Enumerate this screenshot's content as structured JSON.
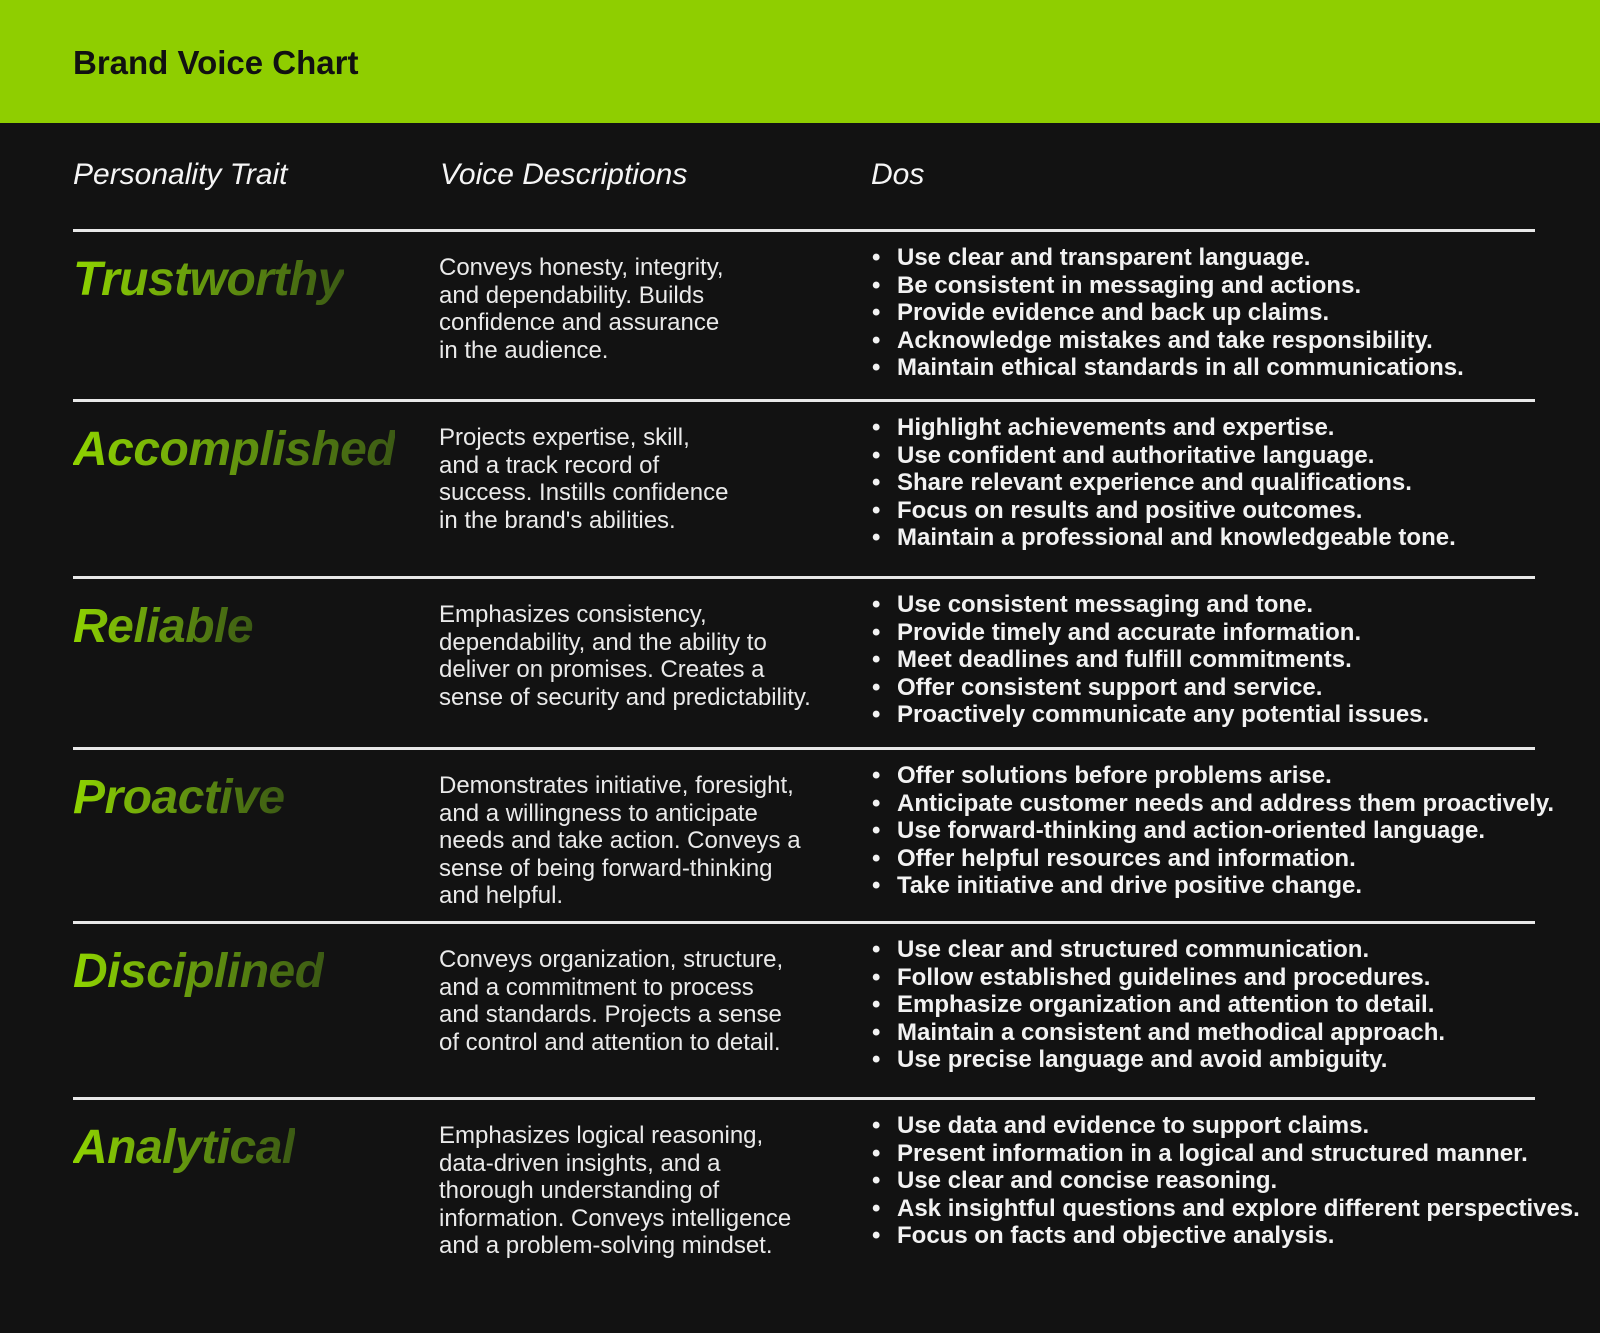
{
  "title": "Brand Voice Chart",
  "headers": {
    "trait": "Personality Trait",
    "voice": "Voice Descriptions",
    "dos": "Dos"
  },
  "rows": [
    {
      "trait": "Trustworthy",
      "desc": "Conveys honesty, integrity,\nand dependability. Builds\nconfidence and assurance\nin the audience.",
      "dos": [
        "Use clear and transparent language.",
        "Be consistent in messaging and actions.",
        "Provide evidence and back up claims.",
        "Acknowledge mistakes and take responsibility.",
        "Maintain ethical standards in all communications."
      ]
    },
    {
      "trait": "Accomplished",
      "desc": "Projects expertise, skill,\nand a track record of\nsuccess. Instills confidence\nin the brand's abilities.",
      "dos": [
        "Highlight achievements and expertise.",
        "Use confident and authoritative language.",
        "Share relevant experience and qualifications.",
        "Focus on results and positive outcomes.",
        "Maintain a professional and knowledgeable tone."
      ]
    },
    {
      "trait": "Reliable",
      "desc": "Emphasizes consistency,\ndependability, and the ability to\ndeliver on promises. Creates a\nsense of security and predictability.",
      "dos": [
        "Use consistent messaging and tone.",
        "Provide timely and accurate information.",
        "Meet deadlines and fulfill commitments.",
        "Offer consistent support and service.",
        "Proactively communicate any potential issues."
      ]
    },
    {
      "trait": "Proactive",
      "desc": "Demonstrates initiative, foresight,\nand a willingness to anticipate\nneeds and take action. Conveys a\nsense of being forward-thinking\nand helpful.",
      "dos": [
        "Offer solutions before problems arise.",
        "Anticipate customer needs and address them proactively.",
        "Use forward-thinking and action-oriented language.",
        "Offer helpful resources and information.",
        "Take initiative and drive positive change."
      ]
    },
    {
      "trait": "Disciplined",
      "desc": "Conveys organization, structure,\nand a commitment to process\nand standards. Projects a sense\nof control and attention to detail.",
      "dos": [
        "Use clear and structured communication.",
        "Follow established guidelines and procedures.",
        "Emphasize organization and attention to detail.",
        "Maintain a consistent and methodical approach.",
        "Use precise language and avoid ambiguity."
      ]
    },
    {
      "trait": "Analytical",
      "desc": "Emphasizes logical reasoning,\ndata-driven insights, and a\nthorough understanding of\ninformation. Conveys intelligence\nand a problem-solving mindset.",
      "dos": [
        "Use data and evidence to support claims.",
        "Present information in a logical and structured manner.",
        "Use clear and concise reasoning.",
        "Ask insightful questions and explore different perspectives.",
        "Focus on facts and objective analysis."
      ]
    }
  ]
}
